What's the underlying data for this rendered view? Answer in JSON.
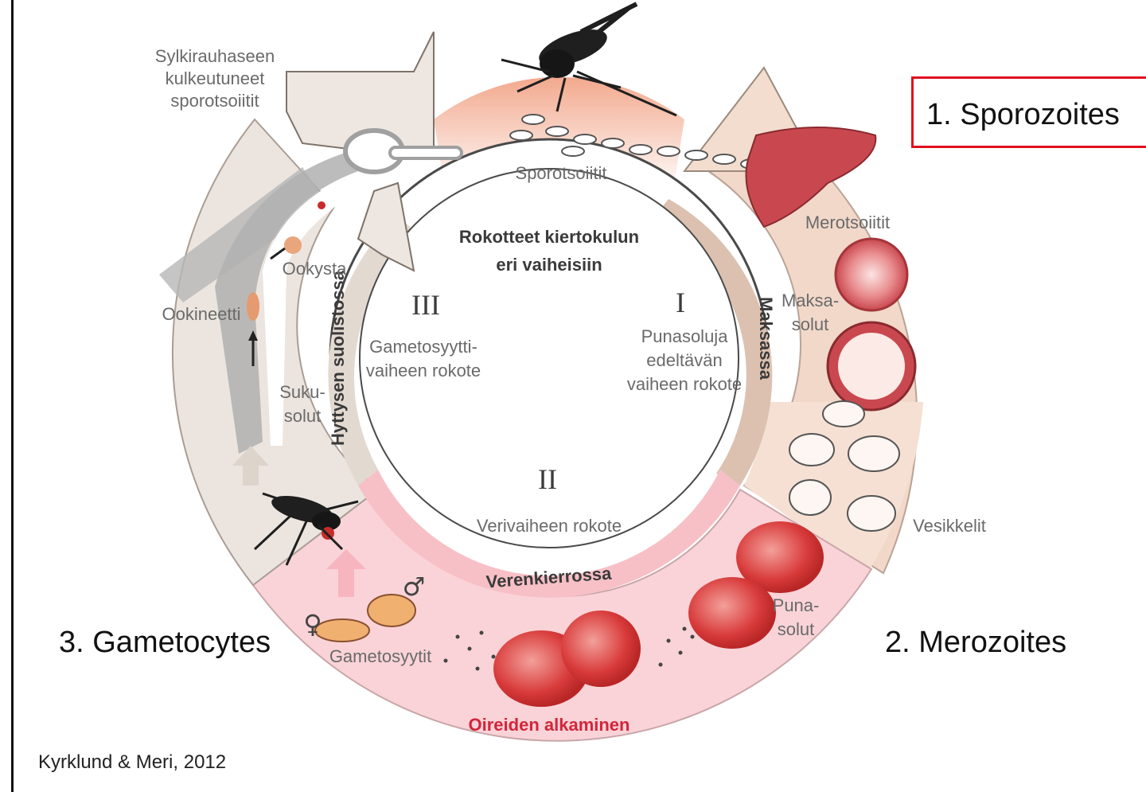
{
  "callouts": {
    "sporozoites": "1. Sporozoites",
    "merozoites": "2. Merozoites",
    "gametocytes": "3. Gametocytes"
  },
  "credit": "Kyrklund & Meri, 2012",
  "diagram": {
    "center_title_line1": "Rokotteet kiertokulun",
    "center_title_line2": "eri vaiheisiin",
    "roman_1": "I",
    "roman_2": "II",
    "roman_3": "III",
    "stage_1_line1": "Punasoluja",
    "stage_1_line2": "edeltävän",
    "stage_1_line3": "vaiheen rokote",
    "stage_2": "Verivaiheen rokote",
    "stage_3_line1": "Gametosyytti-",
    "stage_3_line2": "vaiheen rokote",
    "band_maksassa": "Maksassa",
    "band_verenkierrossa": "Verenkierrossa",
    "band_hyttysen": "Hyttysen suolistossa",
    "oireiden": "Oireiden alkaminen",
    "sporotsoiitit": "Sporotsoiitit",
    "merotsoiitit": "Merotsoiitit",
    "maksasolut_1": "Maksa-",
    "maksasolut_2": "solut",
    "vesikkelit": "Vesikkelit",
    "punasolut_1": "Puna-",
    "punasolut_2": "solut",
    "gametosyytit": "Gametosyytit",
    "sukusolut_1": "Suku-",
    "sukusolut_2": "solut",
    "ookineetti": "Ookineetti",
    "ookysta": "Ookysta",
    "sylki_1": "Sylkirauhaseen",
    "sylki_2": "kulkeutuneet",
    "sylki_3": "sporotsoiitit",
    "female_symbol": "♀",
    "male_symbol": "♂"
  },
  "colors": {
    "red_box": "#e0101e",
    "liver": "#c9484f",
    "rbc": "#d83a3a",
    "mosquito_band": "#e9e2dc",
    "liver_band": "#f1d8c9",
    "blood_band": "#f9d3d7",
    "oireiden_text": "#d3253b"
  }
}
